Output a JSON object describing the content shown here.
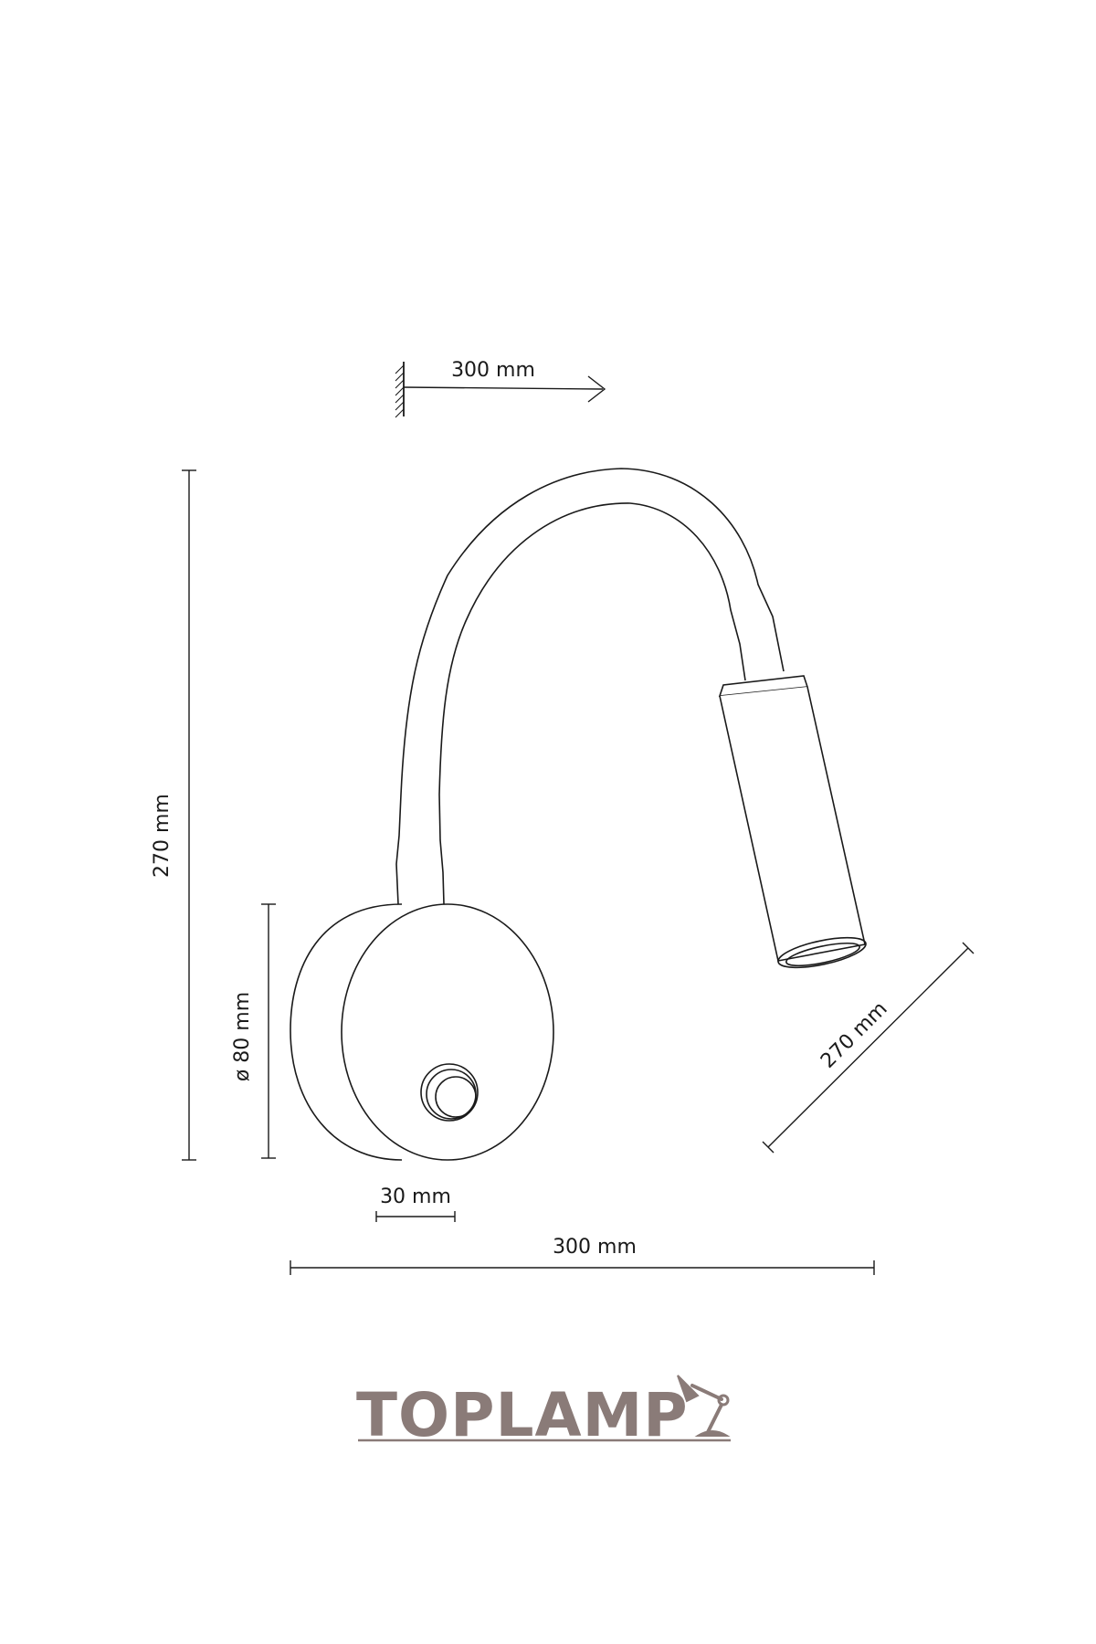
{
  "dimensions": {
    "reach_top": "300 mm",
    "height_total": "270 mm",
    "base_diameter": "ø 80 mm",
    "head_length": "270 mm",
    "base_depth": "30 mm",
    "width_total": "300 mm"
  },
  "brand": {
    "name": "TOPLAMP",
    "color": "#8a7b78"
  },
  "colors": {
    "line": "#1a1a1a"
  }
}
